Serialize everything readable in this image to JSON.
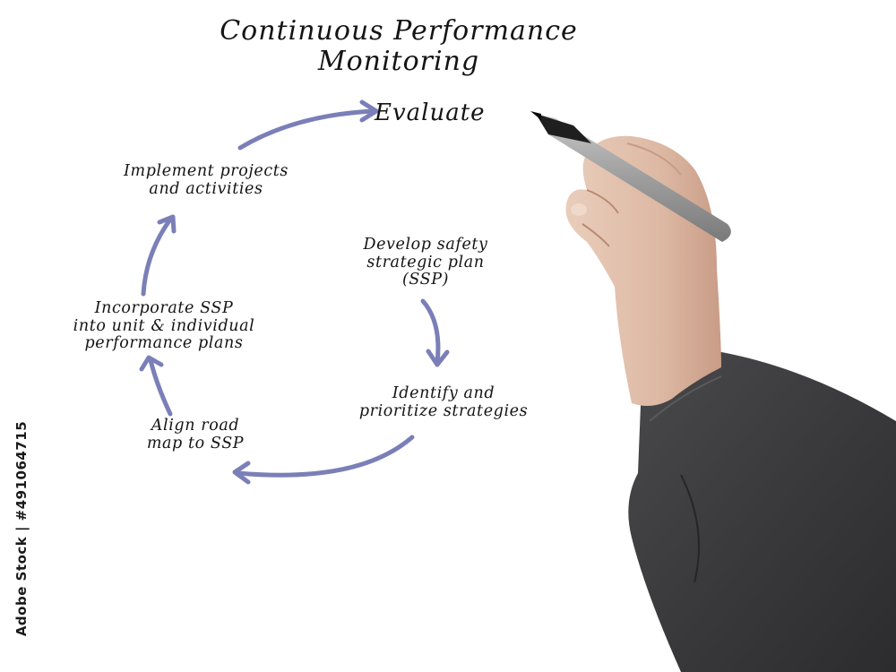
{
  "diagram": {
    "title_lines": [
      "Continuous Performance",
      "Monitoring"
    ],
    "steps": {
      "evaluate": [
        "Evaluate"
      ],
      "develop": [
        "Develop safety",
        "strategic plan",
        "(SSP)"
      ],
      "identify": [
        "Identify and",
        "prioritize strategies"
      ],
      "align": [
        "Align road",
        "map to SSP"
      ],
      "incorporate": [
        "Incorporate SSP",
        "into unit & individual",
        "performance plans"
      ],
      "implement": [
        "Implement projects",
        "and activities"
      ]
    },
    "arrow_color": "#7b7fb8"
  },
  "stock_id": "Adobe Stock | #491064715",
  "icons": {
    "pen": "marker-pen-icon",
    "hand": "hand-holding-pen"
  }
}
